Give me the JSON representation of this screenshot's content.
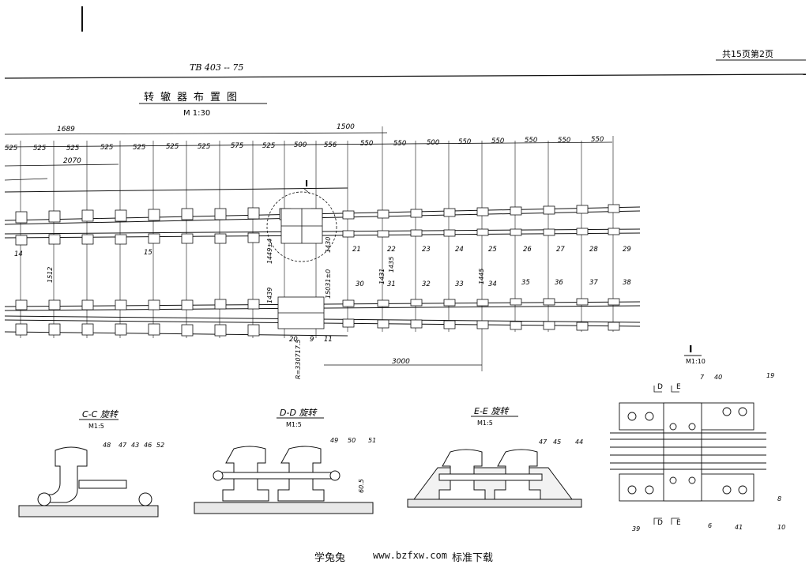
{
  "header": {
    "standard_code": "TB 403 -- 75",
    "page_info": "共15页第2页"
  },
  "plan": {
    "title": "转辙器布置图",
    "scale": "M 1:30",
    "dim_overall": [
      "1689",
      "1500"
    ],
    "dim_2070": "2070",
    "dims_upper": [
      "525",
      "525",
      "525",
      "525",
      "525",
      "525",
      "525",
      "575",
      "525",
      "500",
      "556",
      "550",
      "550",
      "500",
      "550",
      "550",
      "550",
      "550",
      "550"
    ],
    "dim_1512": "1512",
    "dim_1439": "1439",
    "dim_1435": "1435",
    "dim_1445": "1445",
    "dim_1449": "1449±4",
    "dim_1430": "1430",
    "dim_1431": "1431",
    "dim_15031": "15031±0",
    "dim_3000": "3000",
    "radius_label": "R=330717.5",
    "detail_callout": "I",
    "parts_top": [
      "21",
      "22",
      "23",
      "24",
      "25",
      "26",
      "27",
      "28",
      "29"
    ],
    "parts_bottom": [
      "30",
      "31",
      "32",
      "33",
      "34",
      "35",
      "36",
      "37",
      "38"
    ],
    "parts_misc": [
      "14",
      "15",
      "20",
      "9",
      "11"
    ]
  },
  "sections": [
    {
      "title": "C-C 旋转",
      "scale": "M1:5",
      "parts": [
        "48",
        "47",
        "43",
        "46",
        "52"
      ]
    },
    {
      "title": "D-D 旋转",
      "scale": "M1:5",
      "parts": [
        "49",
        "50",
        "51"
      ],
      "dim": "60.5"
    },
    {
      "title": "E-E 旋转",
      "scale": "M1:5",
      "parts": [
        "47",
        "45",
        "44"
      ]
    }
  ],
  "detail": {
    "title": "I",
    "scale": "M1:10",
    "section_marks": [
      "D",
      "E"
    ],
    "parts": [
      "7",
      "40",
      "19",
      "8",
      "10",
      "6",
      "41",
      "39"
    ]
  },
  "footer": {
    "site_name": "学兔兔",
    "url": "www.bzfxw.com",
    "tag": "标准下载"
  }
}
